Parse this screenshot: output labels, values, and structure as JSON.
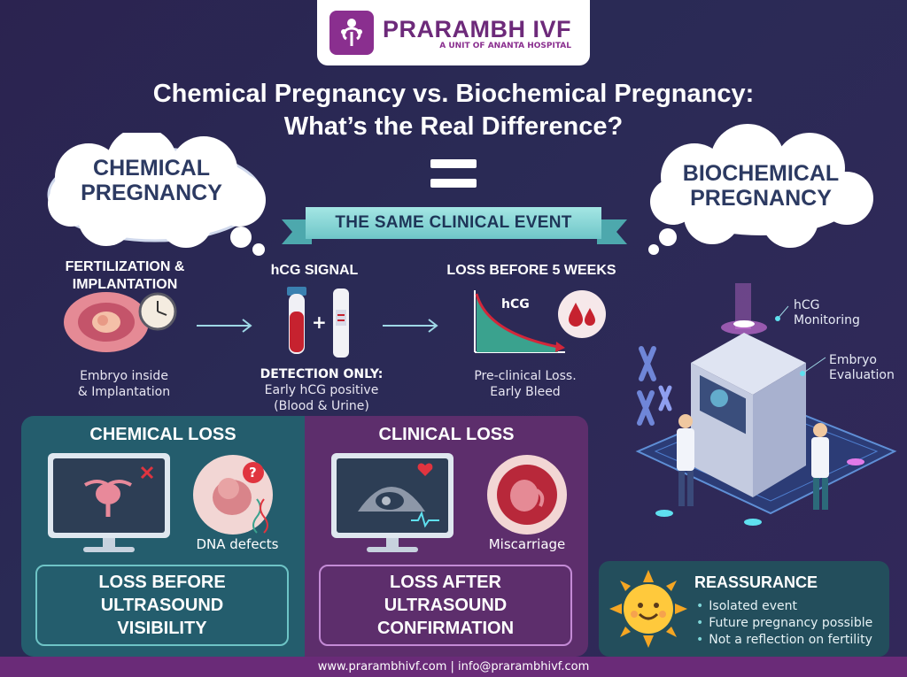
{
  "logo": {
    "brand": "PRARAMBH IVF",
    "subtitle": "A UNIT OF ANANTA HOSPITAL"
  },
  "title": {
    "line1": "Chemical Pregnancy vs. Biochemical Pregnancy:",
    "line2": "What’s the Real Difference?"
  },
  "clouds": {
    "left": [
      "CHEMICAL",
      "PREGNANCY"
    ],
    "right": [
      "BIOCHEMICAL",
      "PREGNANCY"
    ]
  },
  "banner": "THE SAME CLINICAL EVENT",
  "steps": [
    {
      "heading": [
        "FERTILIZATION &",
        "IMPLANTATION"
      ],
      "caption": [
        "Embryo inside",
        "& Implantation"
      ]
    },
    {
      "heading": [
        "hCG SIGNAL"
      ],
      "caption_bold": "DETECTION ONLY:",
      "caption": [
        "Early hCG positive",
        "(Blood & Urine)"
      ],
      "icon_plus": "+"
    },
    {
      "heading": [
        "LOSS BEFORE 5 WEEKS"
      ],
      "graph_label": "hCG",
      "caption": [
        "Pre-clinical Loss.",
        "Early Bleed"
      ]
    }
  ],
  "lab": {
    "label1": [
      "hCG",
      "Monitoring"
    ],
    "label2": [
      "Embryo",
      "Evaluation"
    ]
  },
  "chemical_loss": {
    "heading": "CHEMICAL LOSS",
    "illustration_caption": "DNA defects",
    "box": [
      "LOSS BEFORE",
      "ULTRASOUND",
      "VISIBILITY"
    ]
  },
  "clinical_loss": {
    "heading": "CLINICAL LOSS",
    "illustration_caption": "Miscarriage",
    "box": [
      "LOSS AFTER",
      "ULTRASOUND",
      "CONFIRMATION"
    ]
  },
  "reassurance": {
    "heading": "REASSURANCE",
    "items": [
      "Isolated event",
      "Future pregnancy possible",
      "Not a reflection on fertility"
    ]
  },
  "footer": "www.prarambhivf.com | info@prarambhivf.com",
  "colors": {
    "brand_purple": "#6d2a7a",
    "teal_panel": "#245d6d",
    "purple_panel": "#5d2e6c",
    "banner_teal": "#8ad8d6",
    "footer": "#6a2b78"
  },
  "icons": [
    "tree-logo-icon",
    "uterus-clock-icon",
    "arrow-right-icon",
    "blood-tube-icon",
    "pregnancy-test-icon",
    "hcg-graph-icon",
    "blood-drop-icon",
    "ultrasound-monitor-icon",
    "fetus-dna-icon",
    "heart-icon",
    "sun-smile-icon",
    "lab-machine-icon",
    "chromosome-icon"
  ]
}
